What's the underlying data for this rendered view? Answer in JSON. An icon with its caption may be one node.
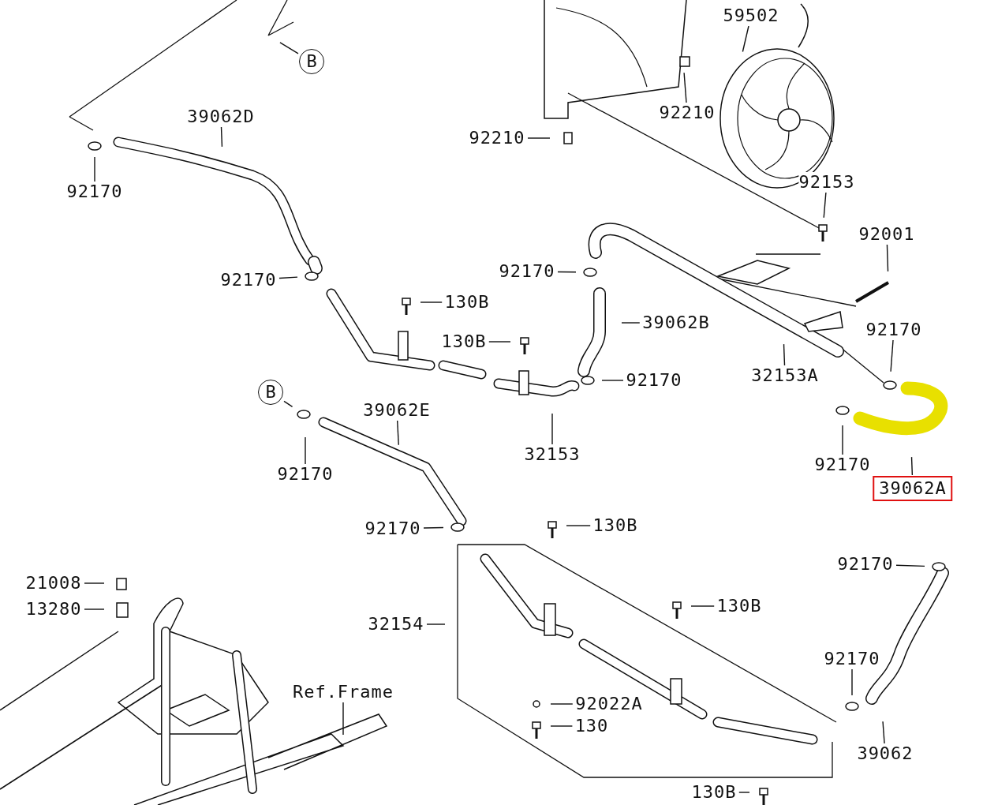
{
  "diagram": {
    "nodes": [
      {
        "text": [
          "B"
        ]
      },
      {
        "text": [
          "59502"
        ]
      },
      {
        "text": [
          "39062D"
        ]
      },
      {
        "text": [
          "92210"
        ]
      },
      {
        "text": [
          "92210"
        ]
      },
      {
        "text": [
          "92170"
        ]
      },
      {
        "text": [
          "92153"
        ]
      },
      {
        "text": [
          "92001"
        ]
      },
      {
        "text": [
          "92170"
        ]
      },
      {
        "text": [
          "92170"
        ]
      },
      {
        "text": [
          "130B"
        ]
      },
      {
        "text": [
          "39062B"
        ]
      },
      {
        "text": [
          "130B"
        ]
      },
      {
        "text": [
          "92170"
        ]
      },
      {
        "text": [
          "32153A"
        ]
      },
      {
        "text": [
          "92170"
        ]
      },
      {
        "text": [
          "B"
        ]
      },
      {
        "text": [
          "39062E"
        ]
      },
      {
        "text": [
          "32153"
        ]
      },
      {
        "text": [
          "92170"
        ]
      },
      {
        "text": [
          "92170"
        ]
      },
      {
        "text": [
          "39062A"
        ]
      },
      {
        "text": [
          "92170"
        ]
      },
      {
        "text": [
          "130B"
        ]
      },
      {
        "text": [
          "92170"
        ]
      },
      {
        "text": [
          "21008"
        ]
      },
      {
        "text": [
          "130B"
        ]
      },
      {
        "text": [
          "13280"
        ]
      },
      {
        "text": [
          "32154"
        ]
      },
      {
        "text": [
          "92170"
        ]
      },
      {
        "text": [
          "Ref.Frame"
        ]
      },
      {
        "text": [
          "92022A"
        ]
      },
      {
        "text": [
          "130"
        ]
      },
      {
        "text": [
          "39062"
        ]
      },
      {
        "text": [
          "130B"
        ]
      }
    ],
    "edges": [
      {
        "from": 0,
        "to": null,
        "arrow": "none"
      },
      {
        "from": 1,
        "to": null,
        "arrow": "none"
      },
      {
        "from": 2,
        "to": null,
        "arrow": "none"
      },
      {
        "from": 3,
        "to": null,
        "arrow": "none"
      },
      {
        "from": 4,
        "to": null,
        "arrow": "none"
      },
      {
        "from": 5,
        "to": null,
        "arrow": "none"
      },
      {
        "from": 6,
        "to": null,
        "arrow": "none"
      },
      {
        "from": 7,
        "to": null,
        "arrow": "none"
      },
      {
        "from": 8,
        "to": null,
        "arrow": "none"
      },
      {
        "from": 9,
        "to": null,
        "arrow": "none"
      },
      {
        "from": 10,
        "to": null,
        "arrow": "none"
      },
      {
        "from": 11,
        "to": null,
        "arrow": "none"
      },
      {
        "from": 12,
        "to": null,
        "arrow": "none"
      },
      {
        "from": 13,
        "to": null,
        "arrow": "none"
      },
      {
        "from": 14,
        "to": null,
        "arrow": "none"
      },
      {
        "from": 15,
        "to": null,
        "arrow": "none"
      },
      {
        "from": 16,
        "to": null,
        "arrow": "none"
      },
      {
        "from": 17,
        "to": null,
        "arrow": "none"
      },
      {
        "from": 18,
        "to": null,
        "arrow": "none"
      },
      {
        "from": 19,
        "to": null,
        "arrow": "none"
      },
      {
        "from": 20,
        "to": null,
        "arrow": "none"
      },
      {
        "from": 21,
        "to": null,
        "arrow": "none"
      },
      {
        "from": 22,
        "to": null,
        "arrow": "none"
      },
      {
        "from": 23,
        "to": null,
        "arrow": "none"
      },
      {
        "from": 24,
        "to": null,
        "arrow": "none"
      },
      {
        "from": 25,
        "to": null,
        "arrow": "none"
      },
      {
        "from": 26,
        "to": null,
        "arrow": "none"
      },
      {
        "from": 27,
        "to": null,
        "arrow": "none"
      },
      {
        "from": 28,
        "to": null,
        "arrow": "none"
      },
      {
        "from": 29,
        "to": null,
        "arrow": "none"
      },
      {
        "from": 30,
        "to": null,
        "arrow": "none"
      },
      {
        "from": 31,
        "to": null,
        "arrow": "none"
      },
      {
        "from": 32,
        "to": null,
        "arrow": "none"
      },
      {
        "from": 33,
        "to": null,
        "arrow": "none"
      },
      {
        "from": 34,
        "to": null,
        "arrow": "none"
      }
    ]
  }
}
